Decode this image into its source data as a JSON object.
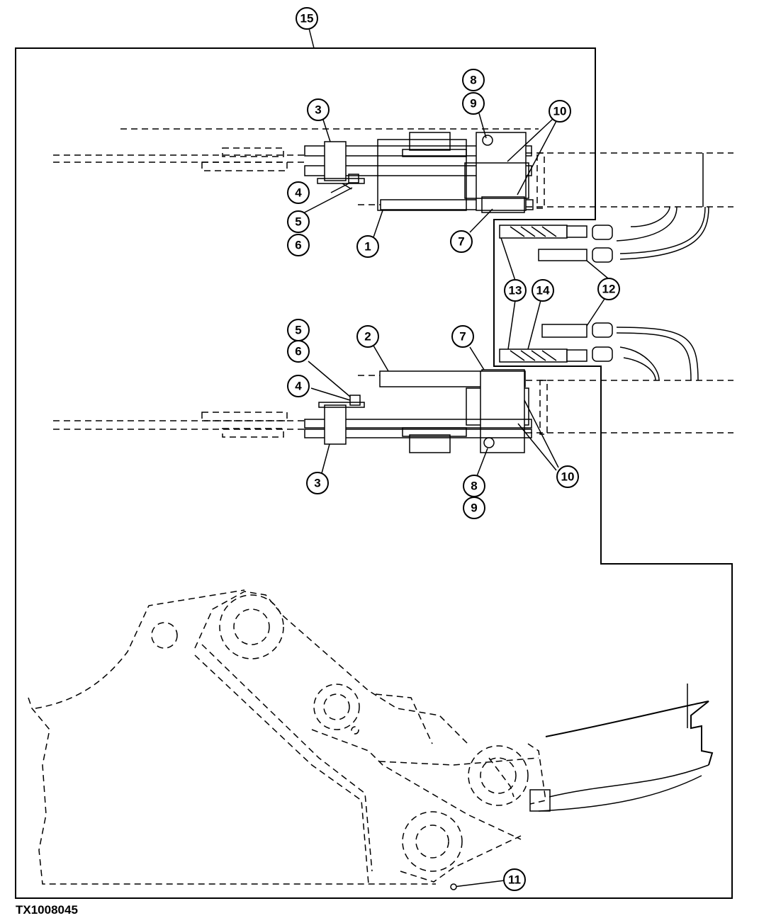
{
  "figure_id": "TX1008045",
  "callouts": {
    "c1": "1",
    "c2": "2",
    "c3": "3",
    "c4": "4",
    "c5": "5",
    "c6": "6",
    "c7": "7",
    "c8": "8",
    "c9": "9",
    "c10": "10",
    "c11": "11",
    "c12": "12",
    "c13": "13",
    "c14": "14",
    "c15": "15"
  }
}
